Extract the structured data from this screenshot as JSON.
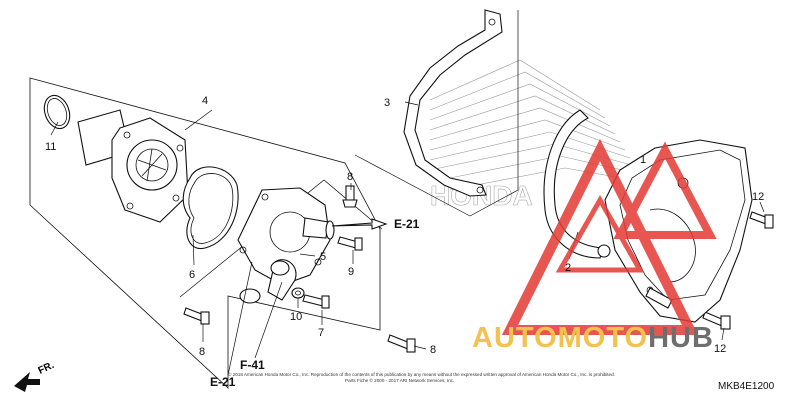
{
  "callouts": {
    "c1": "1",
    "c2": "2",
    "c3": "3",
    "c4": "4",
    "c5": "5",
    "c6": "6",
    "c7": "7",
    "c8a": "8",
    "c8b": "8",
    "c8c": "8",
    "c9": "9",
    "c10": "10",
    "c11": "11",
    "c12a": "12",
    "c12b": "12"
  },
  "references": {
    "e21_right": "E-21",
    "e21_bottom": "E-21",
    "f41": "F-41"
  },
  "direction_label": "FR.",
  "watermark": {
    "brand": "AUTOMOTOHUB",
    "brand_part1": "AUTOMOTO",
    "brand_part2": "HUB",
    "triangle_color": "#e53935",
    "text_color_1": "#f2b830",
    "text_color_2": "#555555"
  },
  "footer": {
    "copyright_line1": "© 2018 American Honda Motor Co., Inc. Reproduction of the contents of this publication by any means without the expressed written approval of American Honda Motor Co., Inc. is prohibited.",
    "copyright_line2": "Parts Fiche © 2000 - 2017 ARI Network Services, Inc."
  },
  "diagram_code": "MKB4E1200"
}
